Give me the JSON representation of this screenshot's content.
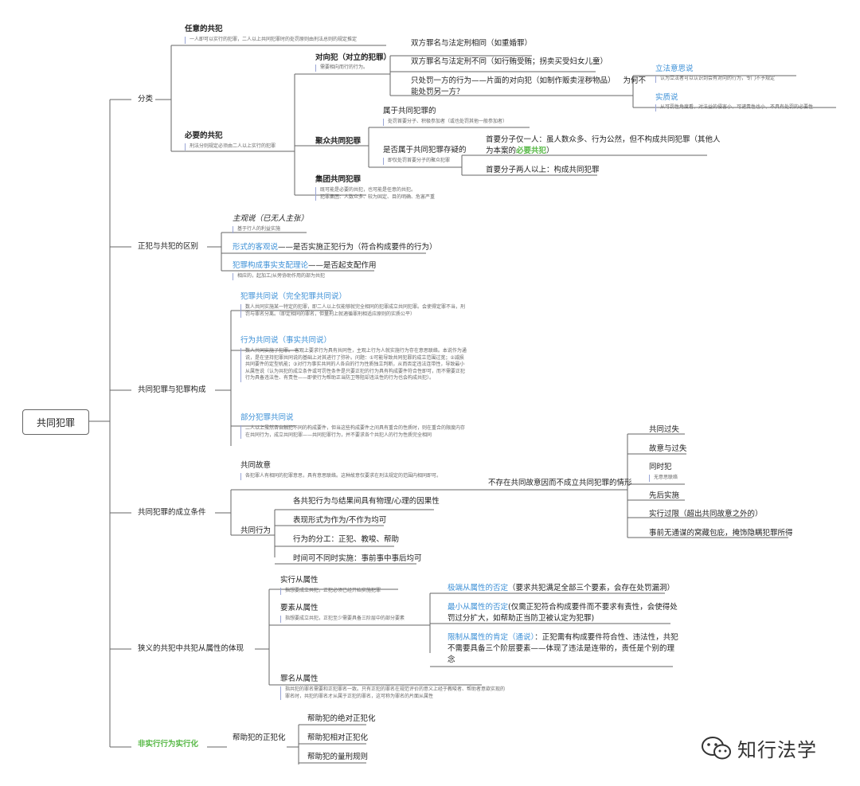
{
  "root": "共同犯罪",
  "branches": {
    "fenlei": "分类",
    "zhengfan": "正犯与共犯的区别",
    "gouchen": "共同犯罪与犯罪构成",
    "tiaojian": "共同犯罪的成立条件",
    "congshu": "狭义的共犯中共犯从属性的体现",
    "feishixing": "非实行行为实行化"
  },
  "fenlei": {
    "renyi": {
      "title": "任意的共犯",
      "note": "一人即可以实行的犯罪，二人以上共同犯罪时的处罚原则由刑法总则的规定推定"
    },
    "biyao": {
      "title": "必要的共犯",
      "note": "刑法分则规定必须由二人以上实行的犯罪"
    },
    "duixiang": {
      "title": "对向犯（对立的犯罪）",
      "note": "需要相向而行的行为。",
      "items": [
        "双方罪名与法定刑相同（如重婚罪）",
        "双方罪名与法定刑不同（如行贿受贿；拐卖买受妇女儿童）"
      ],
      "item3a": "只处罚一方的行为——片面的对向犯（如制作贩卖淫秽物品）",
      "item3b": "为何不",
      "item3c": "能处罚另一方？",
      "lifa": {
        "title": "立法意思说",
        "note": "认为立法者可以认识到会有对向的行为，专门不予规定"
      },
      "shizhi": {
        "title": "实质说",
        "note": "从可罚性角度看，对法益的侵害小，可谴责性也小，不具有处罚的必要性"
      }
    },
    "juzhong": {
      "title": "聚众共同犯罪",
      "shuyu": {
        "title": "属于共同犯罪的",
        "note": "处罚首要分子、积极参加者（或也处罚其他一般参加者）"
      },
      "shifou": {
        "title": "是否属于共同犯罪存疑的",
        "note": "即仅处罚首要分子的聚众犯罪"
      },
      "shouyao1a": "首要分子仅一人：虽人数众多、行为公然，但不构成共同犯罪（其他人",
      "shouyao1b": "为本案的",
      "shouyao1c": "必要共犯",
      "shouyao1d": "）",
      "shouyao2": "首要分子两人以上：构成共同犯罪"
    },
    "jituan": {
      "title": "集团共同犯罪",
      "note1": "既可能是必要的共犯，也可能是任意的共犯。",
      "note2": "犯罪集团：人数众多、较为固定、目的明确、危害严重"
    }
  },
  "zhengfan": {
    "zhuguan": {
      "title": "主观说（已无人主张）",
      "note": "基于行人的利益实施"
    },
    "xingshi": {
      "label": "形式的客观说",
      "rest": "——是否实施正犯行为（符合构成要件的行为）"
    },
    "zhipei": {
      "label": "犯罪构成事实支配理论",
      "rest": "——是否起支配作用",
      "note": "相应的，起加工/从旁协助作用的部为共犯"
    }
  },
  "gouchen": {
    "fanzui": {
      "title": "犯罪共同说（完全犯罪共同说）",
      "note": "数人共同实施某一特定的犯罪，即二人以上仅能够就完全相同的犯罪成立共同犯罪。会使得定罪不当，刑罚与罪名分离。（即定相同的罪名，但量刑上就適循罪刑相适应原则的实质公平）"
    },
    "xingwei": {
      "title": "行为共同说（事实共同说）",
      "note": "数人共同实施了犯罪。 客观上要求行为具有共同性，主观上行为人就实施行为存在意思联络。本说作为通说，是在坚持犯罪共同说的基础上对其进行了弥补。问题：①可能导致共同犯罪的成立范围过宽；②减损共同要件的定型机能；③对行为事实共同的人各自的行为性质独立判断，从而否定违法连带性，导致最小从属性说（认为共犯的成立条件或可罚性条件是只要正犯的行为具有构成要件符合性即可，而不需要正犯行为具备违法性、有责性——即使行为帮助正当防卫等阻却违法性的行为也会构成共犯）。"
    },
    "bufen": {
      "title": "部分犯罪共同说",
      "note": "二人以上虽然各自触犯不同的构成要件，但当这些构成要件之间具有重合的性质时，则在重合的限度内存在共同行为，成立共同犯罪——共同犯罪行为，并不要求各个共犯人的行为性质完全相同"
    }
  },
  "tiaojian": {
    "guyi": {
      "title": "共同故意",
      "note": "各犯罪人有相同的犯罪意思，具有意思联络。这种故意仅要求在刑法规定的范围内相同即可。"
    },
    "bucunzai": "不存在共同故意因而不成立共同犯罪的情形",
    "cases": [
      "共同过失",
      "故意与过失",
      "同时犯",
      "先后实施",
      "实行过限（超出共同故意之外的）",
      "事前无通谋的窝藏包庇，掩饰隐瞒犯罪所得"
    ],
    "tongshi_note": "无意思联络",
    "xingwei": {
      "title": "共同行为",
      "items": [
        "各共犯行为与结果间具有物理/心理的因果性",
        "表现形式为作为/不作为均可",
        "行为的分工：正犯、教唆、帮助",
        "时间可不同时实施：事前事中事后均可"
      ]
    }
  },
  "congshu": {
    "shixing": {
      "title": "实行从属性",
      "note": "指想要成立共犯，正犯必须已经开始实施犯罪"
    },
    "yaosu": {
      "title": "要素从属性",
      "note": "指想要成立共犯，正犯至少需要具备三阶层中的部分要素"
    },
    "jiduan": {
      "label": "极端从属性的否定",
      "rest": "（要求共犯满足全部三个要素，会存在处罚漏洞）"
    },
    "zuixiao": {
      "label": "最小从属性的否定",
      "rest1": "(仅需正犯符合构成要件而不要求有责性，会使得处",
      "rest2": "罚过分扩大，如帮助正当防卫被认定为犯罪)"
    },
    "xianzhi": {
      "label": "限制从属性的肯定（通说）",
      "rest1": "：正犯需有构成要件符合性、违法性，共犯",
      "rest2": "不需要具备三个阶层要素——体现了违法是连带的，责任是个别的理",
      "rest3": "念"
    },
    "zuiming": {
      "title": "罪名从属性",
      "note": "指共犯的罪名需要和正犯罪名一致。只有正犯的罪名在规范评价的意义上经于教唆者、帮助者意欲实现的罪名时，共犯的罪名才从属于正犯的罪名，这可称为罪名的片面从属性"
    }
  },
  "feishixing": {
    "bangzhu": "帮助犯的正犯化",
    "items": [
      "帮助犯的绝对正犯化",
      "帮助犯相对正犯化",
      "帮助犯的量刑规则"
    ]
  },
  "watermark": "知行法学",
  "colors": {
    "accent_blue": "#3b8fd6",
    "accent_green": "#58b947",
    "line": "#666666",
    "note_bar": "#9aa6d6"
  }
}
